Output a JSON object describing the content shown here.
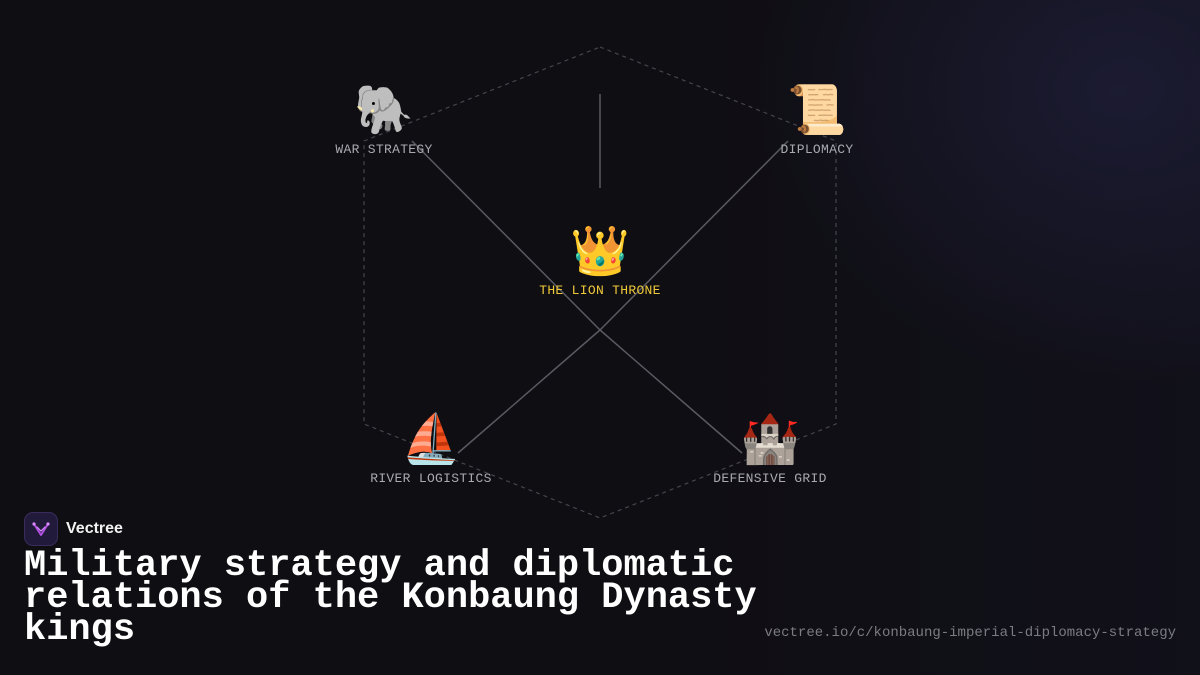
{
  "diagram": {
    "center": {
      "icon": "👑",
      "icon_name": "crown-icon",
      "label": "THE LION THRONE"
    },
    "nodes": [
      {
        "icon": "🐘",
        "icon_name": "elephant-icon",
        "label": "WAR STRATEGY"
      },
      {
        "icon": "📜",
        "icon_name": "scroll-icon",
        "label": "DIPLOMACY"
      },
      {
        "icon": "⛵",
        "icon_name": "sailboat-icon",
        "label": "RIVER LOGISTICS"
      },
      {
        "icon": "🏰",
        "icon_name": "castle-icon",
        "label": "DEFENSIVE GRID"
      }
    ],
    "colors": {
      "center_label": "#f0c93a",
      "node_label": "#a9a9b0",
      "connector": "#5a5a62",
      "outline": "#45454d"
    }
  },
  "brand": {
    "name": "Vectree",
    "logo_icon": "vectree-logo-icon",
    "logo_color": "#b04fe0"
  },
  "title": "Military strategy and diplomatic relations of the Konbaung Dynasty kings",
  "url": "vectree.io/c/konbaung-imperial-diplomacy-strategy"
}
